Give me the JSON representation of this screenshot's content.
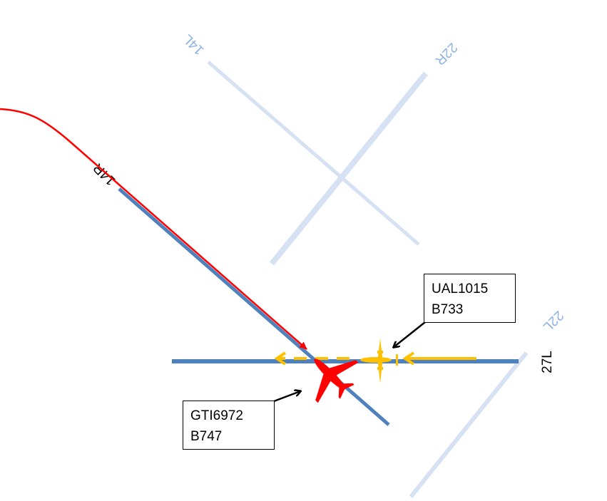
{
  "runways": {
    "r14L": "14L",
    "r22R": "22R",
    "r14R": "14R",
    "r22L": "22L",
    "r27L": "27L"
  },
  "aircraft": [
    {
      "callsign": "UAL1015",
      "type": "B733",
      "color": "#ffc000"
    },
    {
      "callsign": "GTI6972",
      "type": "B747",
      "color": "#ff0000"
    }
  ],
  "colors": {
    "active_runway": "#4f81bd",
    "inactive_runway": "#d6e2f3",
    "inactive_label": "#8db3e2"
  }
}
